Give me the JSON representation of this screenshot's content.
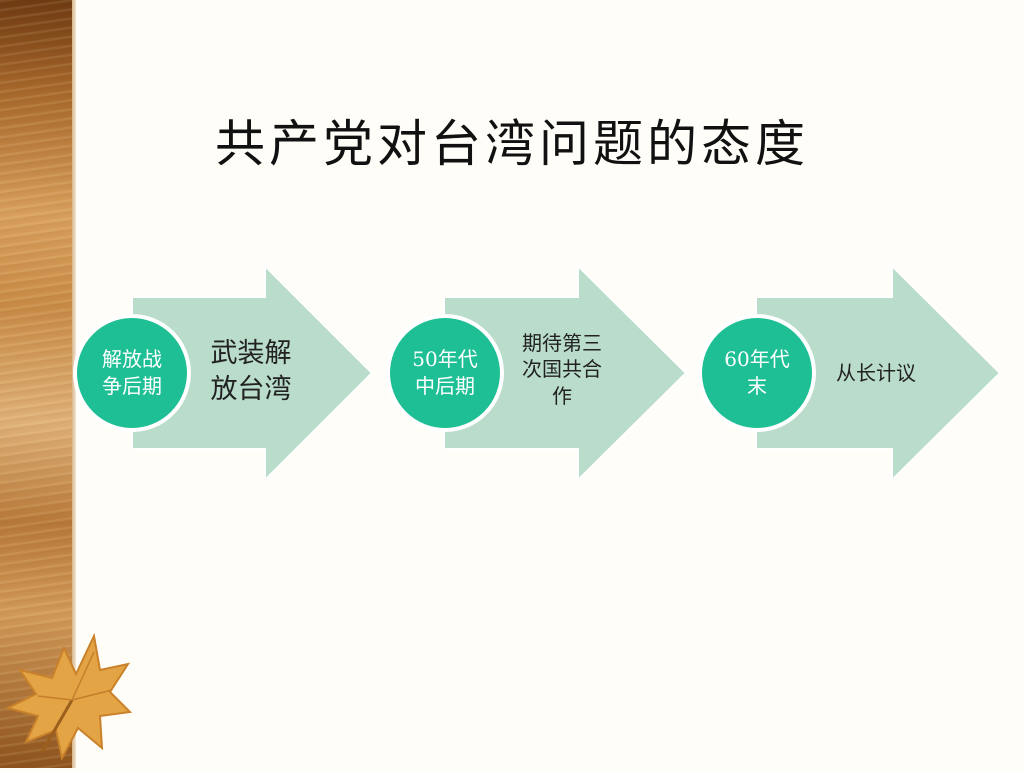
{
  "slide": {
    "title": "共产党对台湾问题的态度"
  },
  "steps": [
    {
      "period": "解放战争后期",
      "period_lines": [
        "解放战",
        "争后期"
      ],
      "desc_lines": [
        "武装解",
        "放台湾"
      ]
    },
    {
      "period": "50年代中后期",
      "period_lines": [
        "50年代",
        "中后期"
      ],
      "desc_lines": [
        "期待第三",
        "次国共合",
        "作"
      ]
    },
    {
      "period": "60年代末",
      "period_lines": [
        "60年代",
        "末"
      ],
      "desc_lines": [
        "从长计议"
      ]
    }
  ],
  "colors": {
    "arrow_fill": "#b9dccb",
    "arrow_stroke": "#ffffff",
    "circle_fill": "#1fbf95",
    "circle_stroke": "#ffffff",
    "wood": "#c98c48",
    "leaf": "#e3a445"
  },
  "icons": {
    "background_left": "wood-grain-strip",
    "decoration": "maple-leaf-icon"
  }
}
